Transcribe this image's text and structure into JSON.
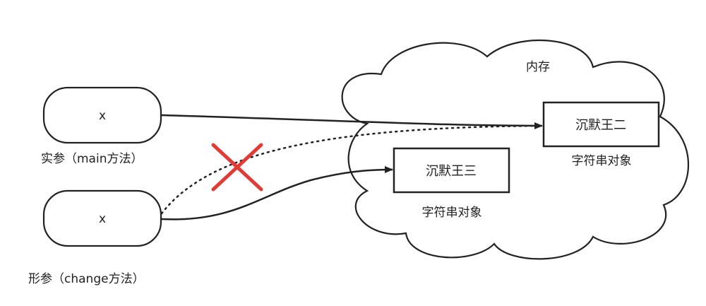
{
  "memory": {
    "label": "内存"
  },
  "variables": {
    "actual": {
      "name": "x",
      "caption": "实参（main方法）"
    },
    "formal": {
      "name": "x",
      "caption": "形参（change方法）"
    }
  },
  "objects": {
    "er": {
      "text": "沉默王二",
      "caption": "字符串对象"
    },
    "san": {
      "text": "沉默王三",
      "caption": "字符串对象"
    }
  },
  "colors": {
    "stroke": "#222222",
    "cross": "#e23b35",
    "background": "#ffffff"
  },
  "icons": {
    "cross": "cross-mark-icon"
  }
}
